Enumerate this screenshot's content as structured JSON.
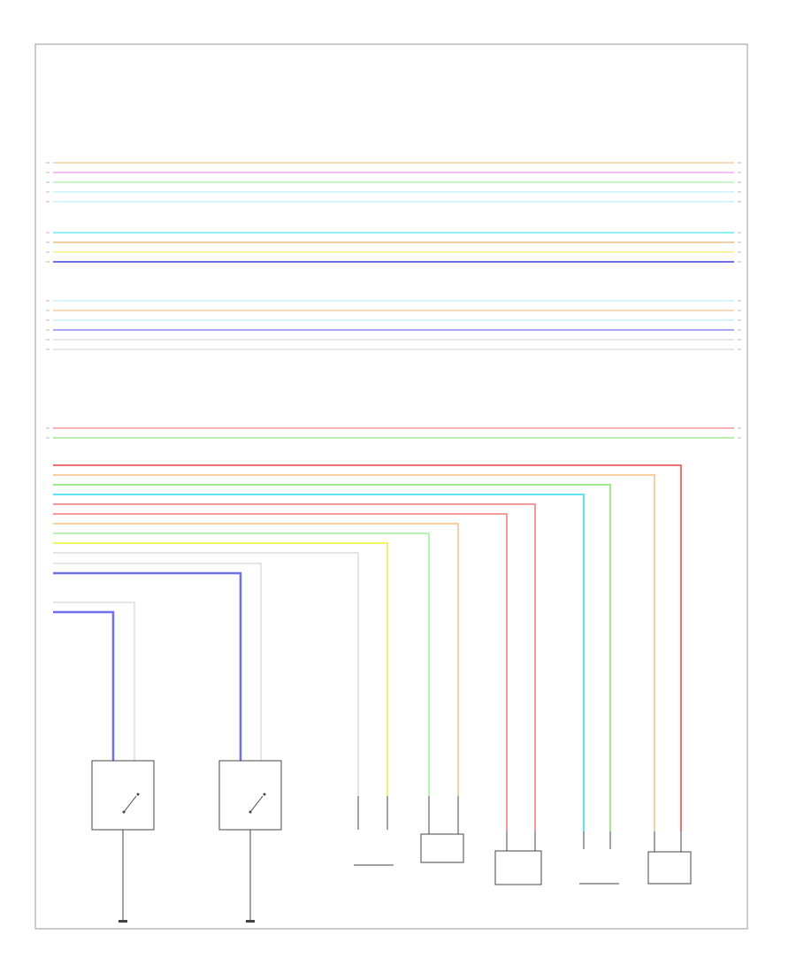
{
  "colors": {
    "tan": "#f2cfa3",
    "pink": "#f7a8f7",
    "light_green": "#b7f2b7",
    "light_blue": "#c9f4fb",
    "cyan": "#8ef0f5",
    "yellow": "#f8f2a0",
    "blue": "#6f6ff0",
    "gray": "#cfcfcf",
    "red": "#f49a9a",
    "orange": "#f7cfa2",
    "green": "#9fe88f",
    "white": "#dedede",
    "border": "#999999",
    "box": "#444444"
  },
  "footer_label": "",
  "bundles": {
    "b1": [
      "tan",
      "pink",
      "light_green",
      "light_blue"
    ],
    "b2": [
      "cyan",
      "tan",
      "yellow",
      "blue"
    ],
    "b3": [
      "light_blue",
      "tan",
      "light_blue",
      "blue",
      "gray",
      "gray"
    ],
    "b4": [
      "red",
      "green"
    ],
    "b5": [
      "red",
      "orange",
      "green",
      "cyan",
      "red",
      "red",
      "orange",
      "green",
      "yellow",
      "white",
      "gray",
      "blue"
    ],
    "b6": [
      "gray",
      "blue"
    ]
  },
  "components": [
    {
      "id": "left-switch-1",
      "type": "switch"
    },
    {
      "id": "left-switch-2",
      "type": "switch"
    },
    {
      "id": "sensor-1",
      "type": "sensor"
    },
    {
      "id": "module-1",
      "type": "module"
    },
    {
      "id": "module-2",
      "type": "module"
    },
    {
      "id": "sensor-2",
      "type": "sensor"
    },
    {
      "id": "module-3",
      "type": "module"
    }
  ]
}
